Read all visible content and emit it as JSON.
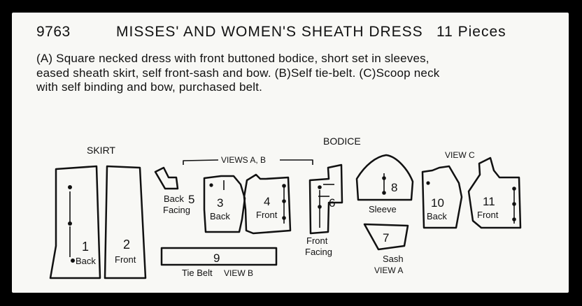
{
  "header": {
    "pattern_number": "9763",
    "title": "MISSES' AND WOMEN'S SHEATH DRESS",
    "piece_count": "11 Pieces"
  },
  "description": {
    "line1": "(A) Square necked dress with front buttoned bodice, short set in sleeves,",
    "line2": "eased sheath skirt, self front-sash and bow. (B)Self tie-belt. (C)Scoop neck",
    "line3": "with self binding and bow, purchased belt."
  },
  "sections": {
    "skirt": "SKIRT",
    "bodice": "BODICE",
    "views_ab": "VIEWS A, B",
    "view_c": "VIEW C"
  },
  "pieces": {
    "p1": {
      "number": "1",
      "label": "Back"
    },
    "p2": {
      "number": "2",
      "label": "Front"
    },
    "p3": {
      "number": "3",
      "label": "Back"
    },
    "p4": {
      "number": "4",
      "label": "Front"
    },
    "p5": {
      "number": "5",
      "label1": "Back",
      "label2": "Facing"
    },
    "p6": {
      "number": "6",
      "label1": "Front",
      "label2": "Facing"
    },
    "p7": {
      "number": "7",
      "label1": "Sash",
      "label2": "VIEW A"
    },
    "p8": {
      "number": "8",
      "label": "Sleeve"
    },
    "p9": {
      "number": "9",
      "label1": "Tie Belt",
      "label2": "VIEW B"
    },
    "p10": {
      "number": "10",
      "label": "Back"
    },
    "p11": {
      "number": "11",
      "label": "Front"
    }
  },
  "colors": {
    "background": "#000000",
    "paper": "#f8f8f5",
    "ink": "#111111"
  }
}
